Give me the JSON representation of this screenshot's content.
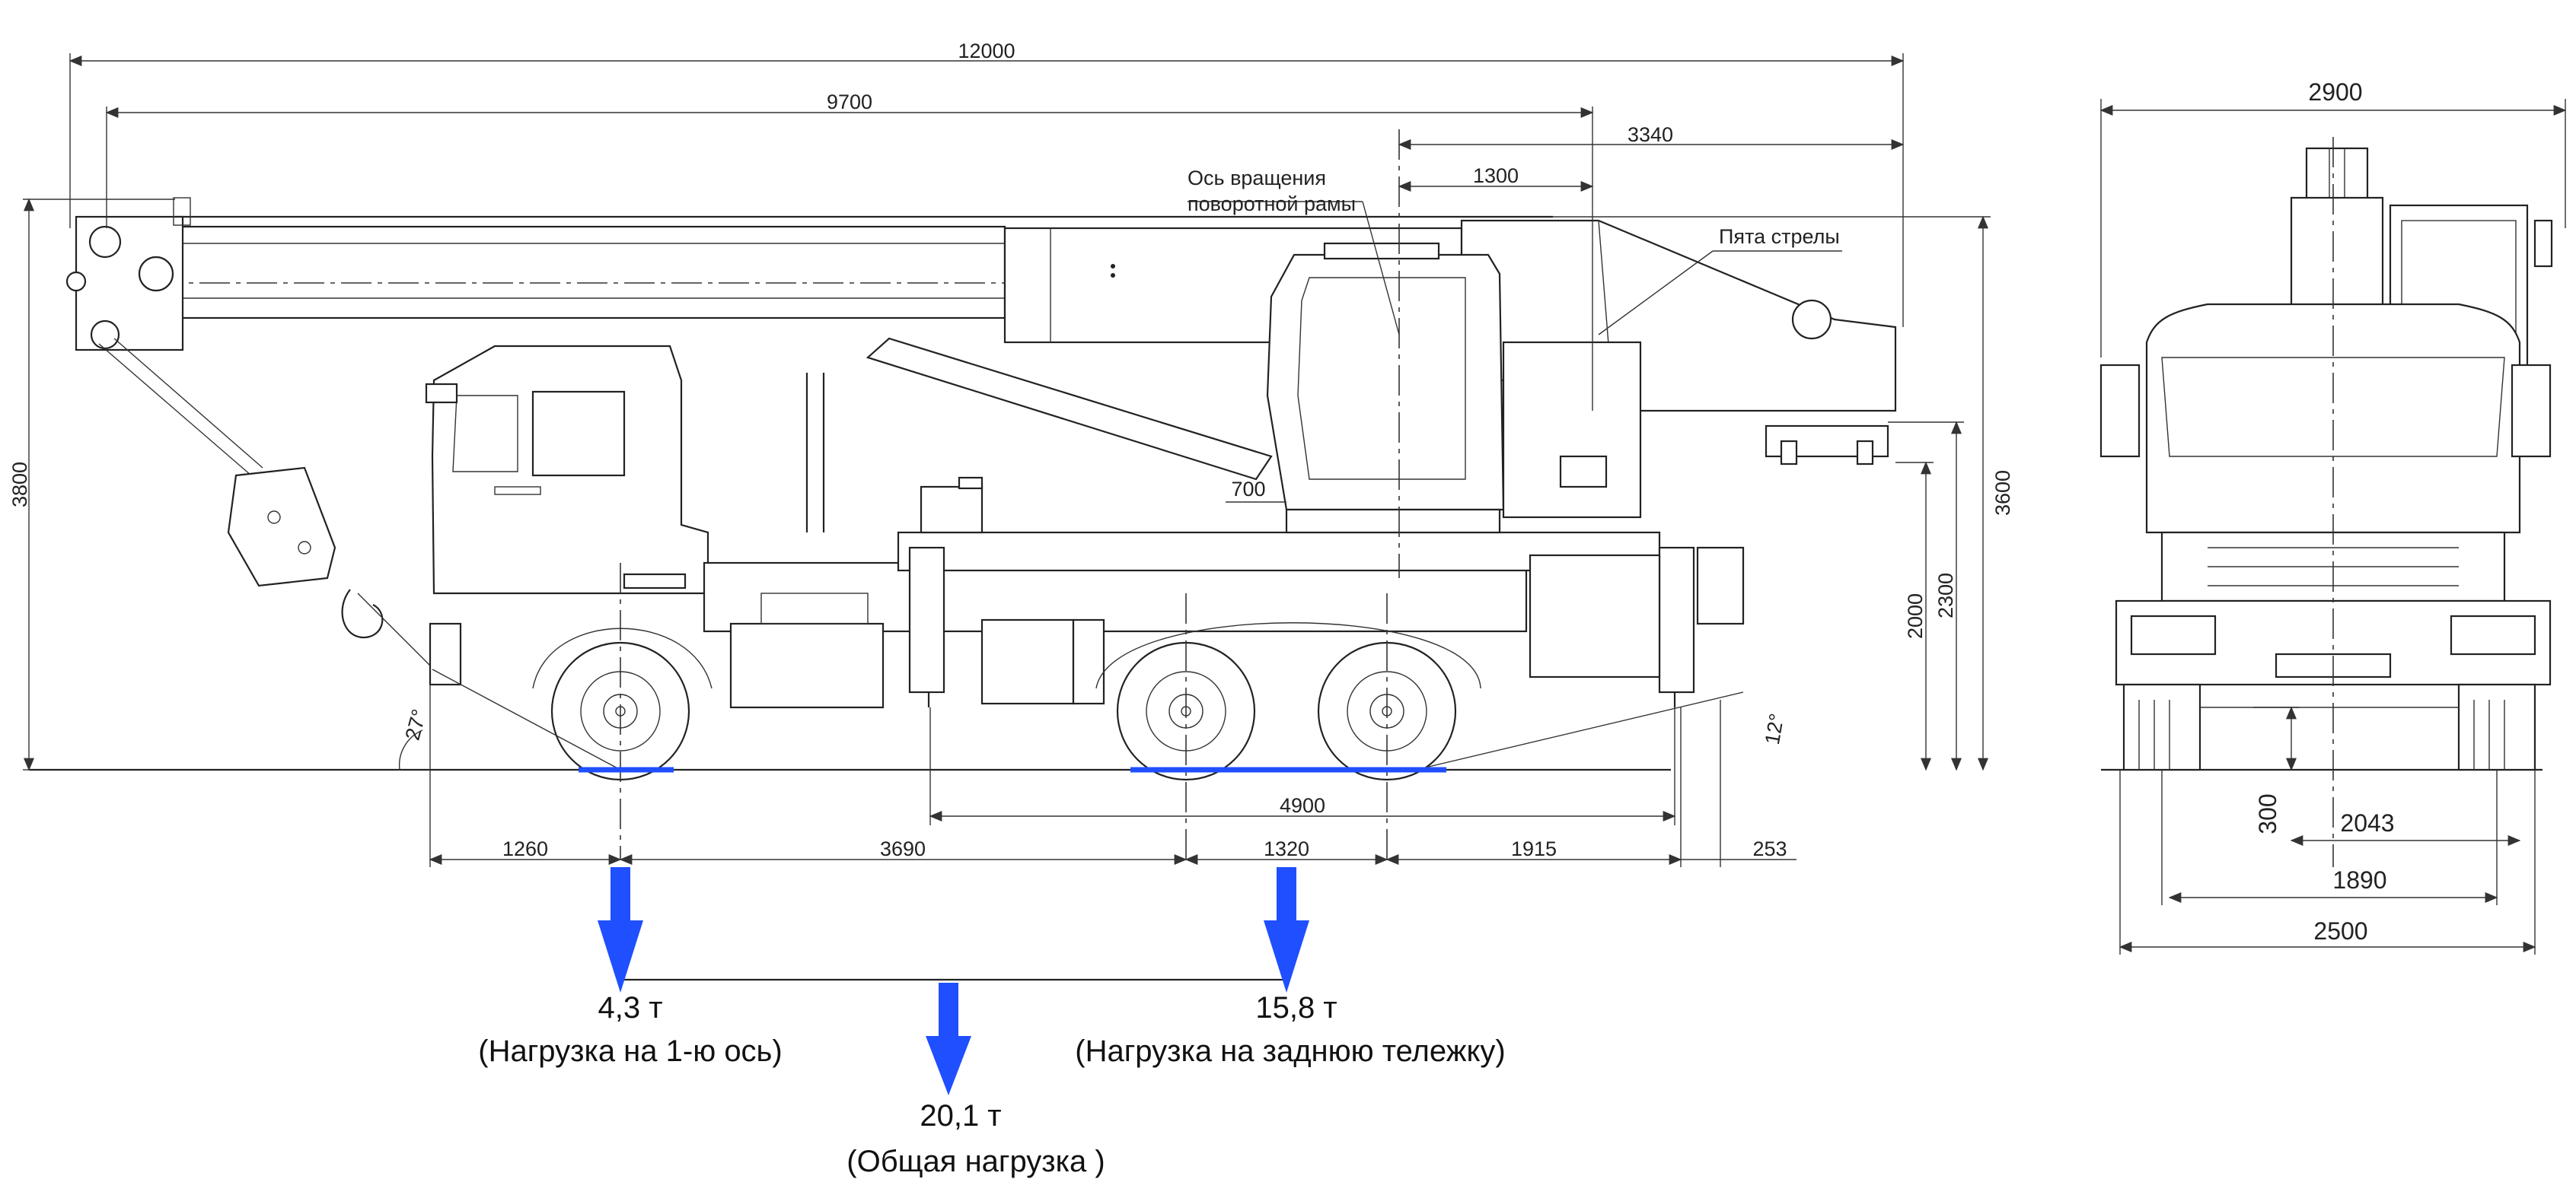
{
  "colors": {
    "line": "#222222",
    "load_arrow": "#1f4fff",
    "background": "#ffffff"
  },
  "side_view": {
    "dims": {
      "overall_length": "12000",
      "boom_length": "9700",
      "rear_overhang_top": "3340",
      "pivot_offset": "1300",
      "overall_height": "3800",
      "height_3600": "3600",
      "height_2300": "2300",
      "height_2000": "2000",
      "cab_700": "700",
      "outrigger_base": "4900",
      "front_overhang": "1260",
      "wheelbase_1": "3690",
      "tandem": "1320",
      "rear_1915": "1915",
      "rear_253": "253",
      "approach_angle": "27°",
      "departure_angle": "12°"
    },
    "labels": {
      "pivot_axis_line1": "Ось вращения",
      "pivot_axis_line2": "поворотной рамы",
      "boom_heel": "Пята стрелы"
    }
  },
  "front_view": {
    "dims": {
      "overall_width": "2900",
      "ground_clearance": "300",
      "track_2043": "2043",
      "track_1890": "1890",
      "width_2500": "2500"
    }
  },
  "loads": {
    "front_axle_value": "4,3 т",
    "front_axle_label": "(Нагрузка на 1-ю ось)",
    "rear_bogie_value": "15,8 т",
    "rear_bogie_label": "(Нагрузка на заднюю тележку)",
    "total_value": "20,1 т",
    "total_label": "(Общая нагрузка )"
  }
}
